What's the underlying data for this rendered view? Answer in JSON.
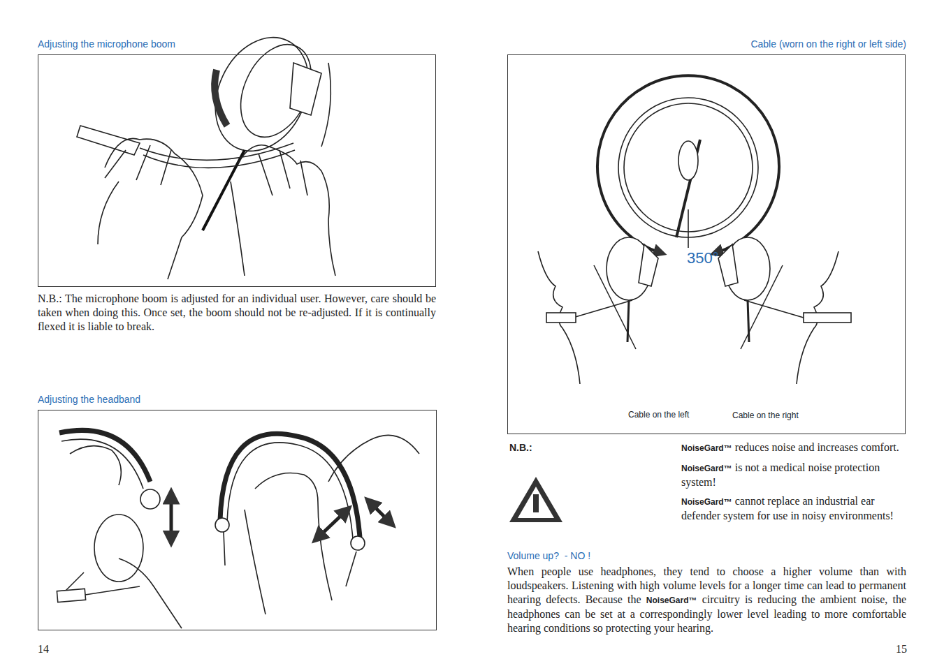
{
  "diagram": {
    "nodes": [
      {
        "text": [
          "Adjusting the microphone boom"
        ]
      },
      {
        "text": [
          "Adjusting the headband"
        ]
      },
      {
        "text": [
          "Cable (worn on the right or left side)",
          "350°",
          "Cable on the left",
          "Cable on the right"
        ]
      }
    ],
    "labels": [
      "N.B.: The microphone boom is adjusted for an individual user. However, care should be taken when doing this. Once set, the boom should not be re-adjusted. If it is continually flexed it is liable to break.",
      "14",
      "N.B.:",
      "NoiseGard™",
      "reduces noise and increases comfort.",
      "NoiseGard™",
      "is not a medical noise protection system!",
      "NoiseGard™",
      "cannot replace an industrial ear defender system for use in noisy environments!",
      "Volume up?  - NO !",
      "When people use headphones, they tend to choose a higher volume than with loudspeakers. Listening with high volume levels for a longer time can lead to permanent hearing defects. Because the",
      "NoiseGard™",
      "circuitry is reducing the ambient noise, the headphones can be set at a correspondingly lower level leading to more comfortable hearing conditions so protecting your hearing.",
      "15"
    ]
  }
}
